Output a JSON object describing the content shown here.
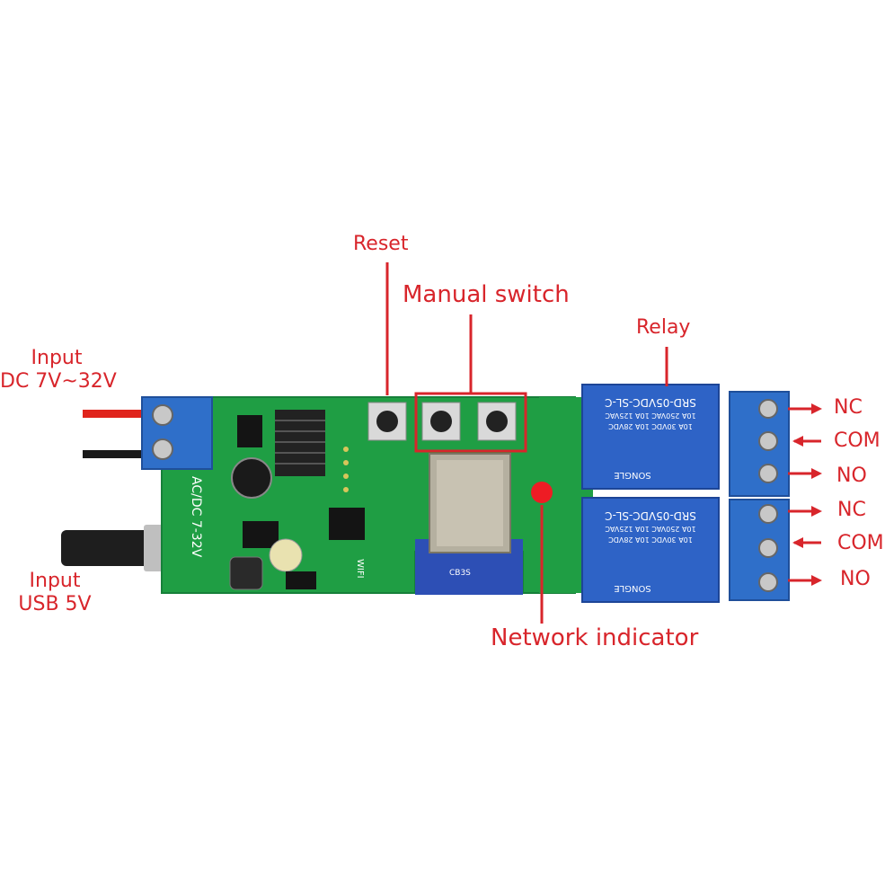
{
  "labels": {
    "input_dc_line1": "Input",
    "input_dc_line2": "DC 7V~32V",
    "input_usb_line1": "Input",
    "input_usb_line2": "USB 5V",
    "reset": "Reset",
    "manual_switch": "Manual switch",
    "relay": "Relay",
    "network_indicator": "Network indicator",
    "terminal_top": [
      "NC",
      "COM",
      "NO"
    ],
    "terminal_bottom": [
      "NC",
      "COM",
      "NO"
    ]
  },
  "board_text": {
    "acdc": "AC/DC 7-32V",
    "wifi": "WIFI",
    "relay_model": "SRD-05VDC-SL-C",
    "relay_spec_1": "10A 250VAC  10A 125VAC",
    "relay_spec_2": "10A 30VDC  10A 28VDC",
    "relay_brand": "SONGLE",
    "module_text": "CB3S"
  },
  "colors": {
    "annotation": "#d8252b",
    "pcb": "#1f9e44",
    "relay": "#2e63c6",
    "terminal": "#2f6fc9"
  }
}
